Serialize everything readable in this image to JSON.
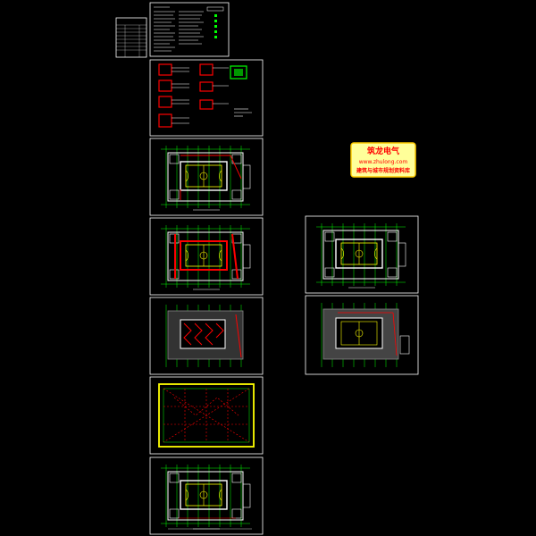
{
  "viewer": {
    "background": "#000000"
  },
  "colors": {
    "frame": "#ffffff",
    "wall": "#ffffff",
    "grid": "#00ff00",
    "court": "#ffff00",
    "accent_red": "#ff0000",
    "stamp_bg": "#ffff99",
    "stamp_border": "#ffcc00",
    "stamp_text_main": "#ff0000",
    "stamp_text_sub": "#ff0000"
  },
  "watermark": {
    "title": "筑龙电气",
    "url": "www.zhulong.com",
    "subtitle": "建筑与城市规划资料库"
  },
  "sheets": [
    {
      "id": "index-table",
      "kind": "table"
    },
    {
      "id": "design-notes",
      "kind": "notes"
    },
    {
      "id": "system-diagrams",
      "kind": "diagram"
    },
    {
      "id": "floor-plan-1",
      "kind": "plan"
    },
    {
      "id": "floor-plan-2",
      "kind": "plan"
    },
    {
      "id": "floor-plan-3",
      "kind": "plan"
    },
    {
      "id": "roof-plan",
      "kind": "roof"
    },
    {
      "id": "floor-plan-4",
      "kind": "plan"
    },
    {
      "id": "floor-plan-5",
      "kind": "plan"
    },
    {
      "id": "floor-plan-6",
      "kind": "plan"
    }
  ]
}
